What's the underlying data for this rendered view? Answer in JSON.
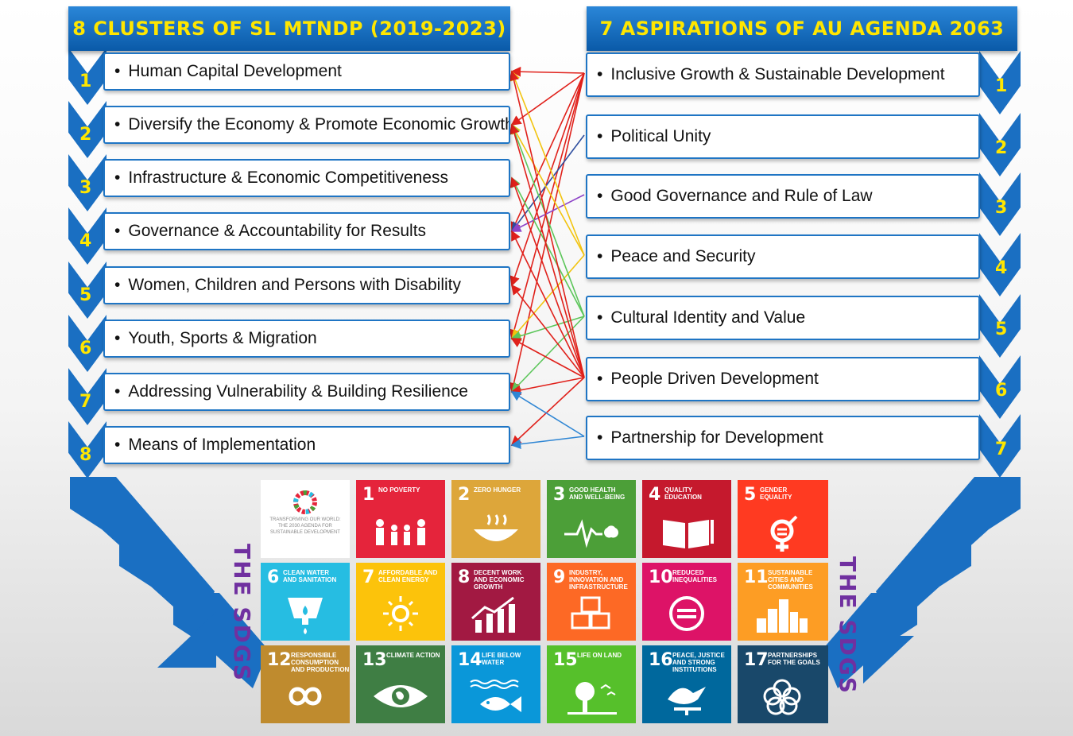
{
  "left_header": "8 CLUSTERS OF SL MTNDP (2019-2023)",
  "right_header": "7 ASPIRATIONS OF AU AGENDA 2063",
  "bullet": "•",
  "clusters": [
    {
      "num": "1",
      "label": "Human Capital Development"
    },
    {
      "num": "2",
      "label": "Diversify the Economy & Promote Economic Growth"
    },
    {
      "num": "3",
      "label": "Infrastructure & Economic Competitiveness"
    },
    {
      "num": "4",
      "label": "Governance & Accountability for Results"
    },
    {
      "num": "5",
      "label": "Women, Children and Persons with Disability"
    },
    {
      "num": "6",
      "label": "Youth, Sports & Migration"
    },
    {
      "num": "7",
      "label": "Addressing Vulnerability & Building Resilience"
    },
    {
      "num": "8",
      "label": "Means of Implementation"
    }
  ],
  "aspirations": [
    {
      "num": "1",
      "label": "Inclusive Growth & Sustainable Development"
    },
    {
      "num": "2",
      "label": "Political Unity"
    },
    {
      "num": "3",
      "label": "Good Governance and Rule of Law"
    },
    {
      "num": "4",
      "label": "Peace and Security"
    },
    {
      "num": "5",
      "label": "Cultural Identity and Value"
    },
    {
      "num": "6",
      "label": "People Driven Development"
    },
    {
      "num": "7",
      "label": "Partnership for Development"
    }
  ],
  "side_label_left": "THE SDGS",
  "side_label_right": "THE SDGS",
  "sdg_logo_text": "TRANSFORMING OUR WORLD: THE 2030 AGENDA FOR SUSTAINABLE DEVELOPMENT",
  "sdgs": [
    {
      "num": "1",
      "label": "NO POVERTY",
      "color": "#e5243b",
      "icon": "family-icon"
    },
    {
      "num": "2",
      "label": "ZERO HUNGER",
      "color": "#dda63a",
      "icon": "bowl-icon"
    },
    {
      "num": "3",
      "label": "GOOD HEALTH AND WELL-BEING",
      "color": "#4c9f38",
      "icon": "heartbeat-icon"
    },
    {
      "num": "4",
      "label": "QUALITY EDUCATION",
      "color": "#c5192d",
      "icon": "book-icon"
    },
    {
      "num": "5",
      "label": "GENDER EQUALITY",
      "color": "#ff3a21",
      "icon": "gender-icon"
    },
    {
      "num": "6",
      "label": "CLEAN WATER AND SANITATION",
      "color": "#26bde2",
      "icon": "water-icon"
    },
    {
      "num": "7",
      "label": "AFFORDABLE AND CLEAN ENERGY",
      "color": "#fcc30b",
      "icon": "sun-icon"
    },
    {
      "num": "8",
      "label": "DECENT WORK AND ECONOMIC GROWTH",
      "color": "#a21942",
      "icon": "growth-chart-icon"
    },
    {
      "num": "9",
      "label": "INDUSTRY, INNOVATION AND INFRASTRUCTURE",
      "color": "#fd6925",
      "icon": "cubes-icon"
    },
    {
      "num": "10",
      "label": "REDUCED INEQUALITIES",
      "color": "#dd1367",
      "icon": "equal-icon"
    },
    {
      "num": "11",
      "label": "SUSTAINABLE CITIES AND COMMUNITIES",
      "color": "#fd9d24",
      "icon": "city-icon"
    },
    {
      "num": "12",
      "label": "RESPONSIBLE CONSUMPTION AND PRODUCTION",
      "color": "#bf8b2e",
      "icon": "infinity-icon"
    },
    {
      "num": "13",
      "label": "CLIMATE ACTION",
      "color": "#3f7e44",
      "icon": "eye-globe-icon"
    },
    {
      "num": "14",
      "label": "LIFE BELOW WATER",
      "color": "#0a97d9",
      "icon": "fish-icon"
    },
    {
      "num": "15",
      "label": "LIFE ON LAND",
      "color": "#56c02b",
      "icon": "tree-icon"
    },
    {
      "num": "16",
      "label": "PEACE, JUSTICE AND STRONG INSTITUTIONS",
      "color": "#00689d",
      "icon": "dove-icon"
    },
    {
      "num": "17",
      "label": "PARTNERSHIPS FOR THE GOALS",
      "color": "#19486a",
      "icon": "rings-icon"
    }
  ],
  "links": [
    {
      "from": 1,
      "to": 1,
      "color": "#e0211b"
    },
    {
      "from": 1,
      "to": 2,
      "color": "#e0211b"
    },
    {
      "from": 1,
      "to": 5,
      "color": "#e0211b"
    },
    {
      "from": 1,
      "to": 4,
      "color": "#e0211b"
    },
    {
      "from": 1,
      "to": 6,
      "color": "#e0211b"
    },
    {
      "from": 1,
      "to": 7,
      "color": "#e0211b"
    },
    {
      "from": 2,
      "to": 4,
      "color": "#2f4f9f"
    },
    {
      "from": 3,
      "to": 4,
      "color": "#8e44c8"
    },
    {
      "from": 4,
      "to": 1,
      "color": "#f2c40f"
    },
    {
      "from": 4,
      "to": 2,
      "color": "#f2c40f"
    },
    {
      "from": 4,
      "to": 6,
      "color": "#f2c40f"
    },
    {
      "from": 5,
      "to": 2,
      "color": "#5cc65a"
    },
    {
      "from": 5,
      "to": 3,
      "color": "#5cc65a"
    },
    {
      "from": 5,
      "to": 6,
      "color": "#5cc65a"
    },
    {
      "from": 5,
      "to": 7,
      "color": "#5cc65a"
    },
    {
      "from": 6,
      "to": 1,
      "color": "#e0211b"
    },
    {
      "from": 6,
      "to": 2,
      "color": "#e0211b"
    },
    {
      "from": 6,
      "to": 3,
      "color": "#e0211b"
    },
    {
      "from": 6,
      "to": 4,
      "color": "#e0211b"
    },
    {
      "from": 6,
      "to": 5,
      "color": "#e0211b"
    },
    {
      "from": 6,
      "to": 6,
      "color": "#e0211b"
    },
    {
      "from": 6,
      "to": 7,
      "color": "#e0211b"
    },
    {
      "from": 6,
      "to": 8,
      "color": "#e0211b"
    },
    {
      "from": 7,
      "to": 7,
      "color": "#2f86d4"
    },
    {
      "from": 7,
      "to": 8,
      "color": "#2f86d4"
    }
  ]
}
